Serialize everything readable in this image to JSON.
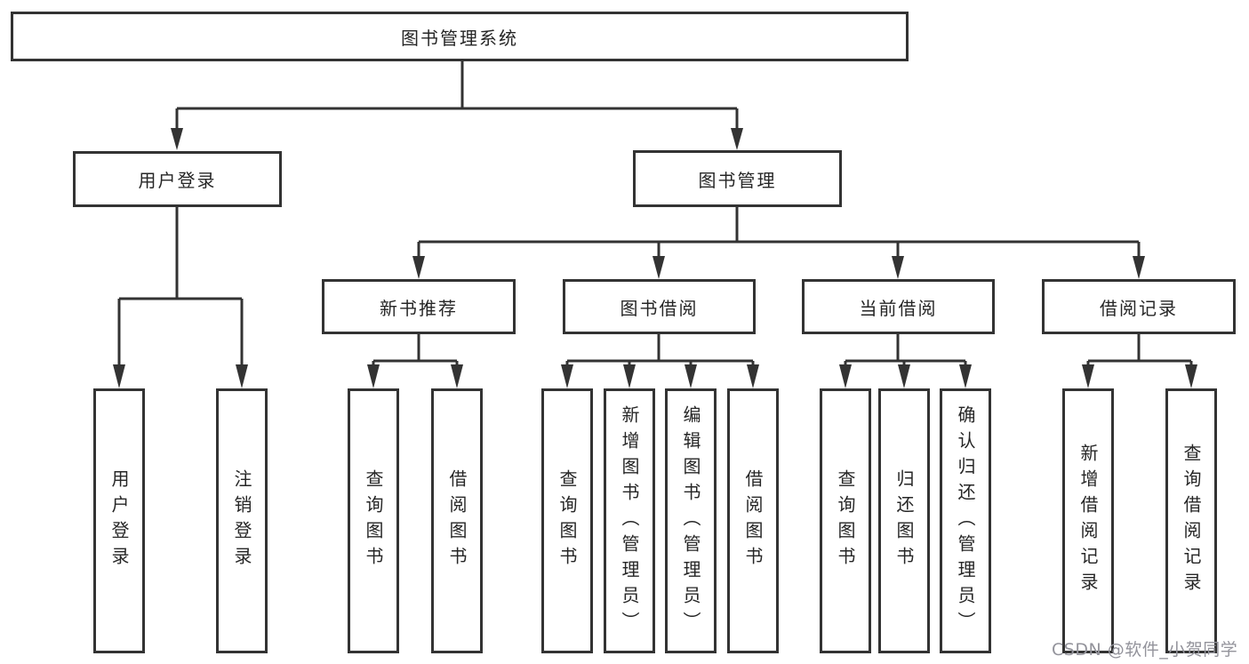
{
  "tree": {
    "root": {
      "label": "图书管理系统"
    },
    "level2": [
      {
        "label": "用户登录",
        "parent": "图书管理系统"
      },
      {
        "label": "图书管理",
        "parent": "图书管理系统"
      }
    ],
    "level3": [
      {
        "label": "新书推荐",
        "parent": "图书管理"
      },
      {
        "label": "图书借阅",
        "parent": "图书管理"
      },
      {
        "label": "当前借阅",
        "parent": "图书管理"
      },
      {
        "label": "借阅记录",
        "parent": "图书管理"
      }
    ],
    "leaves": [
      {
        "label": "用户登录",
        "parent": "用户登录"
      },
      {
        "label": "注销登录",
        "parent": "用户登录"
      },
      {
        "label": "查询图书",
        "parent": "新书推荐"
      },
      {
        "label": "借阅图书",
        "parent": "新书推荐"
      },
      {
        "label": "查询图书",
        "parent": "图书借阅"
      },
      {
        "label": "新增图书（管理员）",
        "parent": "图书借阅"
      },
      {
        "label": "编辑图书（管理员）",
        "parent": "图书借阅"
      },
      {
        "label": "借阅图书",
        "parent": "图书借阅"
      },
      {
        "label": "查询图书",
        "parent": "当前借阅"
      },
      {
        "label": "归还图书",
        "parent": "当前借阅"
      },
      {
        "label": "确认归还（管理员）",
        "parent": "当前借阅"
      },
      {
        "label": "新增借阅记录",
        "parent": "借阅记录"
      },
      {
        "label": "查询借阅记录",
        "parent": "借阅记录"
      }
    ]
  },
  "watermark": "CSDN @软件_小贺同学",
  "colors": {
    "line": "#333333",
    "text": "#262626",
    "background": "#ffffff",
    "watermark": "#93939b"
  }
}
